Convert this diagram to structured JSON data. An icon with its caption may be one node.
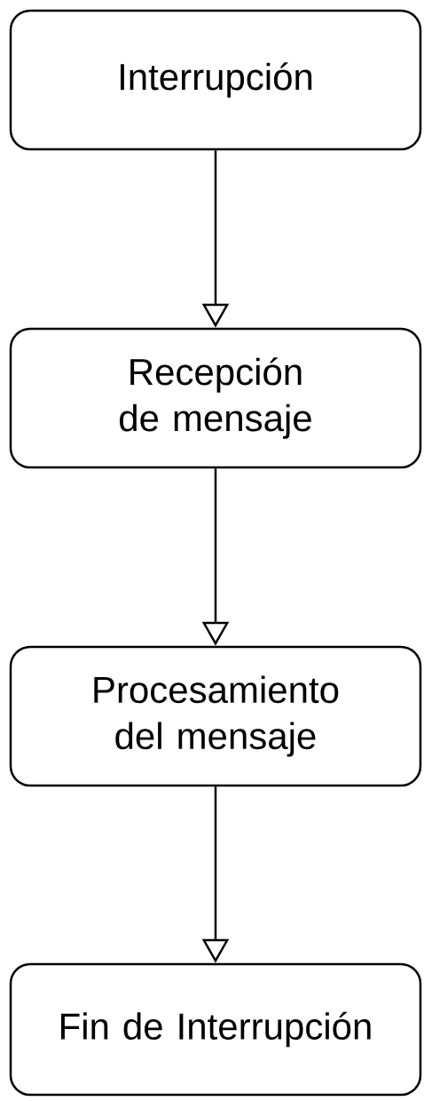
{
  "diagram": {
    "nodes": [
      {
        "text": [
          "Interrupción"
        ]
      },
      {
        "text": [
          "Recepción de mensaje"
        ]
      },
      {
        "text": [
          "Procesamiento del mensaje"
        ]
      },
      {
        "text": [
          "Fin de Interrupción"
        ]
      }
    ],
    "edges": [
      {
        "from": 0,
        "to": 1,
        "arrow": "to"
      },
      {
        "from": 1,
        "to": 2,
        "arrow": "to"
      },
      {
        "from": 2,
        "to": 3,
        "arrow": "to"
      }
    ]
  }
}
